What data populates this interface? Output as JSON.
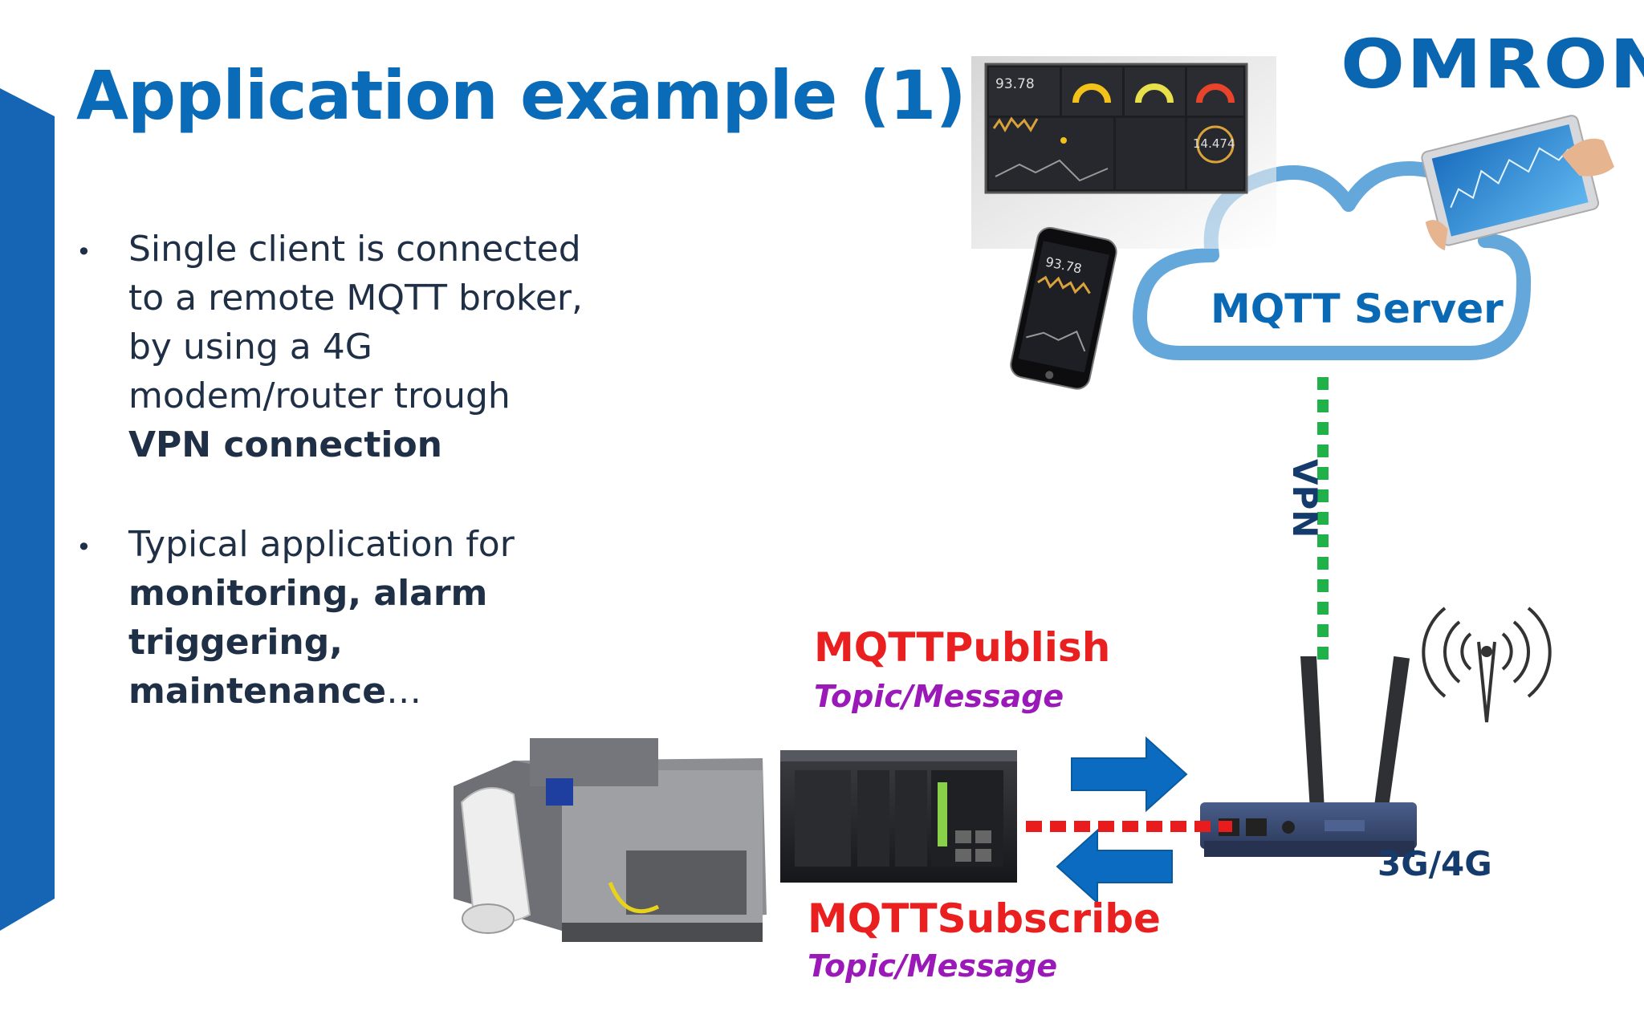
{
  "slide": {
    "title": "Application example (1)"
  },
  "brand": {
    "logo_text": "OMRON",
    "color": "#0a66b0"
  },
  "bullets": [
    {
      "marker": "•",
      "lines": [
        "Single client is connected",
        "to a remote MQTT broker,",
        "by using a 4G",
        "modem/router trough"
      ],
      "bold_lines": [
        "VPN connection"
      ]
    },
    {
      "marker": "•",
      "lines": [
        "Typical application for"
      ],
      "bold_lines": [
        "monitoring, alarm",
        "triggering, maintenance"
      ],
      "trailing": "…"
    }
  ],
  "diagram": {
    "cloud_label": "MQTT Server",
    "vpn_label": "VPN",
    "network_label": "3G/4G",
    "publish": {
      "label": "MQTTPublish",
      "sub": "Topic/Message"
    },
    "subscribe": {
      "label": "MQTTSubscribe",
      "sub": "Topic/Message"
    },
    "dashboard": {
      "value_main": "93.78",
      "value_gauge": "14.474"
    },
    "phone": {
      "value": "93.78"
    },
    "colors": {
      "vpn_line": "#21b14a",
      "wired_line": "#e81c1c",
      "arrow": "#0a6bc0",
      "cloud_stroke": "#63a7db",
      "title": "#0a6bb8"
    }
  }
}
